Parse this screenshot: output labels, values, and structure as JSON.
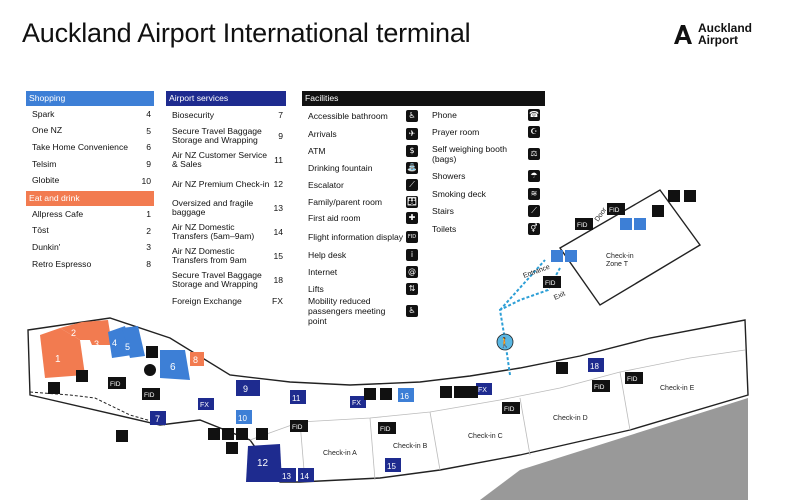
{
  "title": "Auckland Airport International terminal",
  "logo": {
    "line1": "Auckland",
    "line2": "Airport"
  },
  "colors": {
    "shopping": "#3d7fd6",
    "eat": "#f27b50",
    "services": "#1e2b8f",
    "facilities": "#111111"
  },
  "shopping": {
    "heading": "Shopping",
    "items": [
      {
        "label": "Spark",
        "num": "4"
      },
      {
        "label": "One NZ",
        "num": "5"
      },
      {
        "label": "Take Home Convenience",
        "num": "6"
      },
      {
        "label": "Telsim",
        "num": "9"
      },
      {
        "label": "Globite",
        "num": "10"
      }
    ]
  },
  "eat": {
    "heading": "Eat and drink",
    "items": [
      {
        "label": "Allpress Cafe",
        "num": "1"
      },
      {
        "label": "Tōst",
        "num": "2"
      },
      {
        "label": "Dunkin'",
        "num": "3"
      },
      {
        "label": "Retro Espresso",
        "num": "8"
      }
    ]
  },
  "services": {
    "heading": "Airport services",
    "items": [
      {
        "label": "Biosecurity",
        "num": "7"
      },
      {
        "label": "Secure Travel Baggage Storage and Wrapping",
        "num": "9"
      },
      {
        "label": "Air NZ Customer Service & Sales",
        "num": "11"
      },
      {
        "label": "Air NZ Premium Check-in",
        "num": "12"
      },
      {
        "label": "Oversized and fragile baggage",
        "num": "13"
      },
      {
        "label": "Air NZ Domestic Transfers (5am–9am)",
        "num": "14"
      },
      {
        "label": "Air NZ Domestic Transfers from 9am",
        "num": "15"
      },
      {
        "label": "Secure Travel Baggage Storage and Wrapping",
        "num": "18"
      },
      {
        "label": "Foreign Exchange",
        "num": "FX"
      }
    ]
  },
  "facilities": {
    "heading": "Facilities",
    "col1": [
      {
        "label": "Accessible bathroom",
        "icon": "accessible-icon",
        "glyph": "♿"
      },
      {
        "label": "Arrivals",
        "icon": "arrivals-icon",
        "glyph": "✈"
      },
      {
        "label": "ATM",
        "icon": "atm-icon",
        "glyph": "$"
      },
      {
        "label": "Drinking fountain",
        "icon": "fountain-icon",
        "glyph": "⛲"
      },
      {
        "label": "Escalator",
        "icon": "escalator-icon",
        "glyph": "⟋"
      },
      {
        "label": "Family/parent room",
        "icon": "family-icon",
        "glyph": "👪"
      },
      {
        "label": "First aid room",
        "icon": "first-aid-icon",
        "glyph": "✚"
      },
      {
        "label": "Flight information display",
        "icon": "fid-icon",
        "glyph": "FID"
      },
      {
        "label": "Help desk",
        "icon": "help-icon",
        "glyph": "i"
      },
      {
        "label": "Internet",
        "icon": "internet-icon",
        "glyph": "@"
      },
      {
        "label": "Lifts",
        "icon": "lift-icon",
        "glyph": "⇅"
      },
      {
        "label": "Mobility reduced passengers meeting point",
        "icon": "mobility-icon",
        "glyph": "♿"
      }
    ],
    "col2": [
      {
        "label": "Phone",
        "icon": "phone-icon",
        "glyph": "☎"
      },
      {
        "label": "Prayer room",
        "icon": "prayer-icon",
        "glyph": "☪"
      },
      {
        "label": "Self weighing booth (bags)",
        "icon": "scale-icon",
        "glyph": "⚖"
      },
      {
        "label": "Showers",
        "icon": "shower-icon",
        "glyph": "☂"
      },
      {
        "label": "Smoking deck",
        "icon": "smoking-icon",
        "glyph": "≋"
      },
      {
        "label": "Stairs",
        "icon": "stairs-icon",
        "glyph": "⟋"
      },
      {
        "label": "Toilets",
        "icon": "toilets-icon",
        "glyph": "⚥"
      }
    ]
  },
  "map": {
    "fid": "FID",
    "fx": "FX",
    "checkin_a": "Check-in A",
    "checkin_b": "Check-in B",
    "checkin_c": "Check-in C",
    "checkin_d": "Check-in D",
    "checkin_e": "Check-in E",
    "checkin_t1": "Check-in",
    "checkin_t2": "Zone T",
    "entrance": "Entrance",
    "exit": "Exit",
    "door": "Door",
    "n1": "1",
    "n2": "2",
    "n3": "3",
    "n4": "4",
    "n5": "5",
    "n6": "6",
    "n7": "7",
    "n8": "8",
    "n9": "9",
    "n10": "10",
    "n11": "11",
    "n12": "12",
    "n13": "13",
    "n14": "14",
    "n15": "15",
    "n16": "16",
    "n18": "18"
  }
}
